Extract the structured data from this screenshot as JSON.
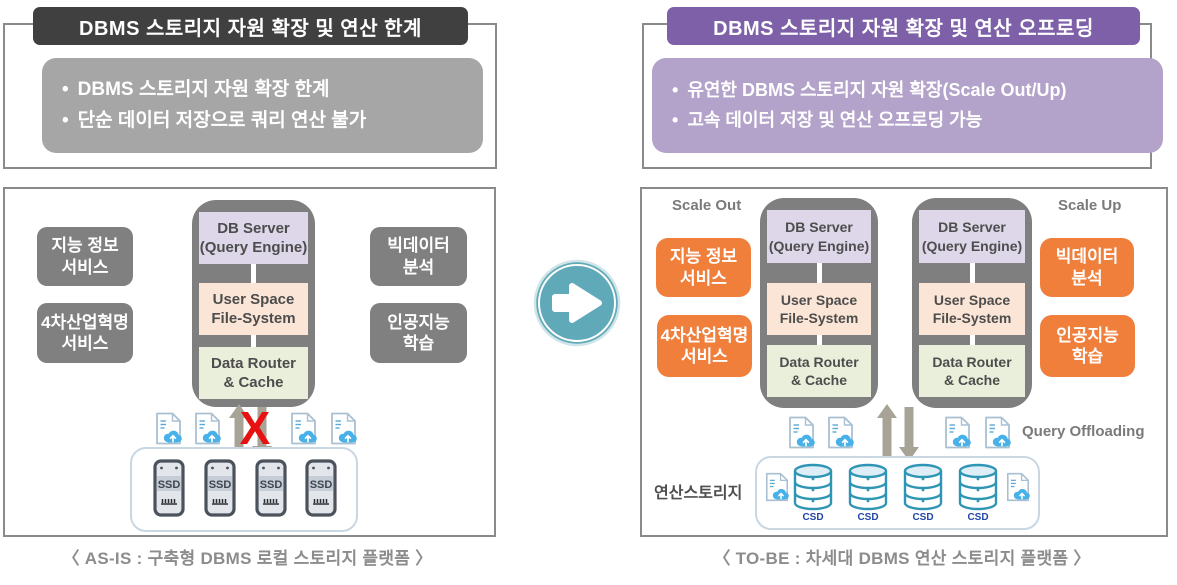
{
  "ui": {
    "bullet_char": "•"
  },
  "as_is": {
    "header": "DBMS 스토리지 자원 확장 및 연산 한계",
    "bullets": [
      "DBMS 스토리지 자원 확장 한계",
      "단순 데이터 저장으로 쿼리 연산 불가"
    ],
    "services": [
      "지능 정보\n서비스",
      "4차산업혁명\n서비스",
      "빅데이터\n분석",
      "인공지능\n학습"
    ],
    "blocked_mark": "X",
    "ssd_label": "SSD",
    "caption": "〈 AS-IS : 구축형 DBMS 로컬 스토리지 플랫폼 〉"
  },
  "to_be": {
    "header": "DBMS 스토리지 자원 확장 및 연산 오프로딩",
    "bullets": [
      "유연한 DBMS 스토리지 자원 확장(Scale Out/Up)",
      "고속 데이터 저장 및 연산 오프로딩 가능"
    ],
    "scale_out": "Scale Out",
    "scale_up": "Scale Up",
    "services": [
      "지능 정보\n서비스",
      "4차산업혁명\n서비스",
      "빅데이터\n분석",
      "인공지능\n학습"
    ],
    "query_offloading": "Query Offloading",
    "compute_storage": "연산스토리지",
    "csd_label": "CSD",
    "caption": "〈 TO-BE : 차세대 DBMS 연산 스토리지 플랫폼 〉"
  },
  "stack_layers": [
    "DB Server\n(Query Engine)",
    "User Space\nFile-System",
    "Data Router\n& Cache"
  ],
  "icons": {
    "mid_arrow": "circle-arrow-right",
    "doc_upload": "document-with-cloud-upload",
    "ssd": "ssd-drive",
    "csd": "database-cylinder",
    "up_down": "bidirectional-gray-arrows"
  },
  "colors": {
    "header_dark": "#404040",
    "summary_gray": "#a6a6a6",
    "header_purple": "#7d60a8",
    "summary_purple": "#b3a2c9",
    "service_gray": "#808080",
    "service_orange": "#f07f3c",
    "stack_shell": "#7f7f7f",
    "layer_lavender": "#ddd7e9",
    "layer_peach": "#fbe5d6",
    "layer_green": "#e9efdb",
    "teal_arrow": "#5fa9b8",
    "blocked_red": "#e81111",
    "cloud_blue": "#47b1e8",
    "cylinder_teal": "#2e95b4",
    "csd_text_blue": "#2247a8"
  }
}
